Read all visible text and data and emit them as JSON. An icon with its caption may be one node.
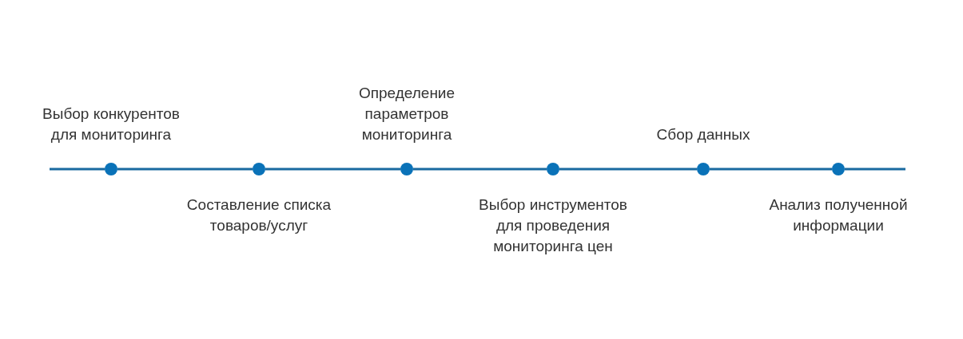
{
  "diagram": {
    "nodes": [
      {
        "text": [],
        "shape": "circle",
        "beside": [
          "Выбор конкурентов для мониторинга"
        ]
      },
      {
        "text": [],
        "shape": "circle",
        "beside": [
          "Составление списка товаров/услуг"
        ]
      },
      {
        "text": [],
        "shape": "circle",
        "beside": [
          "Определение параметров мониторинга"
        ]
      },
      {
        "text": [],
        "shape": "circle",
        "beside": [
          "Выбор инструментов для проведения мониторинга цен"
        ]
      },
      {
        "text": [],
        "shape": "circle",
        "beside": [
          "Сбор данных"
        ]
      },
      {
        "text": [],
        "shape": "circle",
        "beside": [
          "Анализ полученной информации"
        ]
      }
    ],
    "edges": [
      {
        "from": null,
        "to": 0,
        "arrow": "none"
      },
      {
        "from": 0,
        "to": 1,
        "arrow": "none"
      },
      {
        "from": 1,
        "to": 2,
        "arrow": "none"
      },
      {
        "from": 2,
        "to": 3,
        "arrow": "none"
      },
      {
        "from": 3,
        "to": 4,
        "arrow": "none"
      },
      {
        "from": 4,
        "to": 5,
        "arrow": "none"
      },
      {
        "from": 5,
        "to": null,
        "arrow": "none"
      }
    ]
  }
}
